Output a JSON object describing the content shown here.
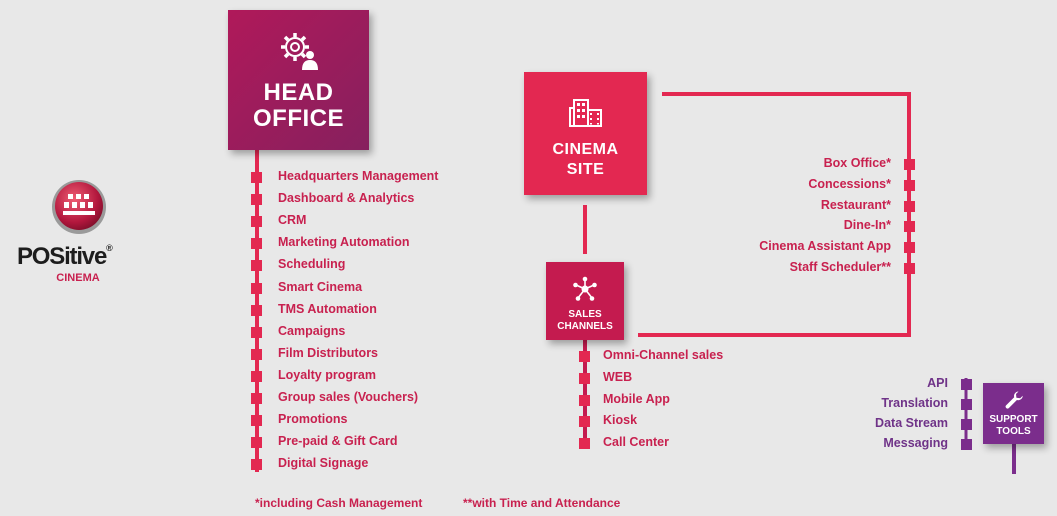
{
  "colors": {
    "background": "#e8e8e8",
    "head_office": "#a81c5b",
    "cinema_red": "#e32851",
    "sales_channels": "#c41b4f",
    "support_purple": "#7b2d8c"
  },
  "logo": {
    "name": "POSitive",
    "registered": "®",
    "sub": "CINEMA",
    "icon": "theater-seats-logo-icon"
  },
  "head_office": {
    "label": "HEAD OFFICE",
    "icon": "gear-person-icon",
    "items": [
      "Headquarters Management",
      "Dashboard & Analytics",
      "CRM",
      "Marketing Automation",
      "Scheduling",
      "Smart Cinema",
      "TMS Automation",
      "Campaigns",
      "Film Distributors",
      "Loyalty program",
      "Group sales (Vouchers)",
      "Promotions",
      "Pre-paid & Gift Card",
      "Digital Signage"
    ]
  },
  "cinema_site": {
    "label": "CINEMA SITE",
    "icon": "building-film-icon",
    "items": [
      "Box Office*",
      "Concessions*",
      "Restaurant*",
      "Dine-In*",
      "Cinema Assistant App",
      "Staff Scheduler**"
    ]
  },
  "sales_channels": {
    "label": "SALES CHANNELS",
    "icon": "network-hub-icon",
    "items": [
      "Omni-Channel sales",
      "WEB",
      "Mobile App",
      "Kiosk",
      "Call Center"
    ]
  },
  "support_tools": {
    "label": "SUPPORT TOOLS",
    "icon": "wrench-icon",
    "items": [
      "API",
      "Translation",
      "Data Stream",
      "Messaging"
    ]
  },
  "footnotes": {
    "cash": "*including Cash Management",
    "time": "**with Time and Attendance"
  }
}
